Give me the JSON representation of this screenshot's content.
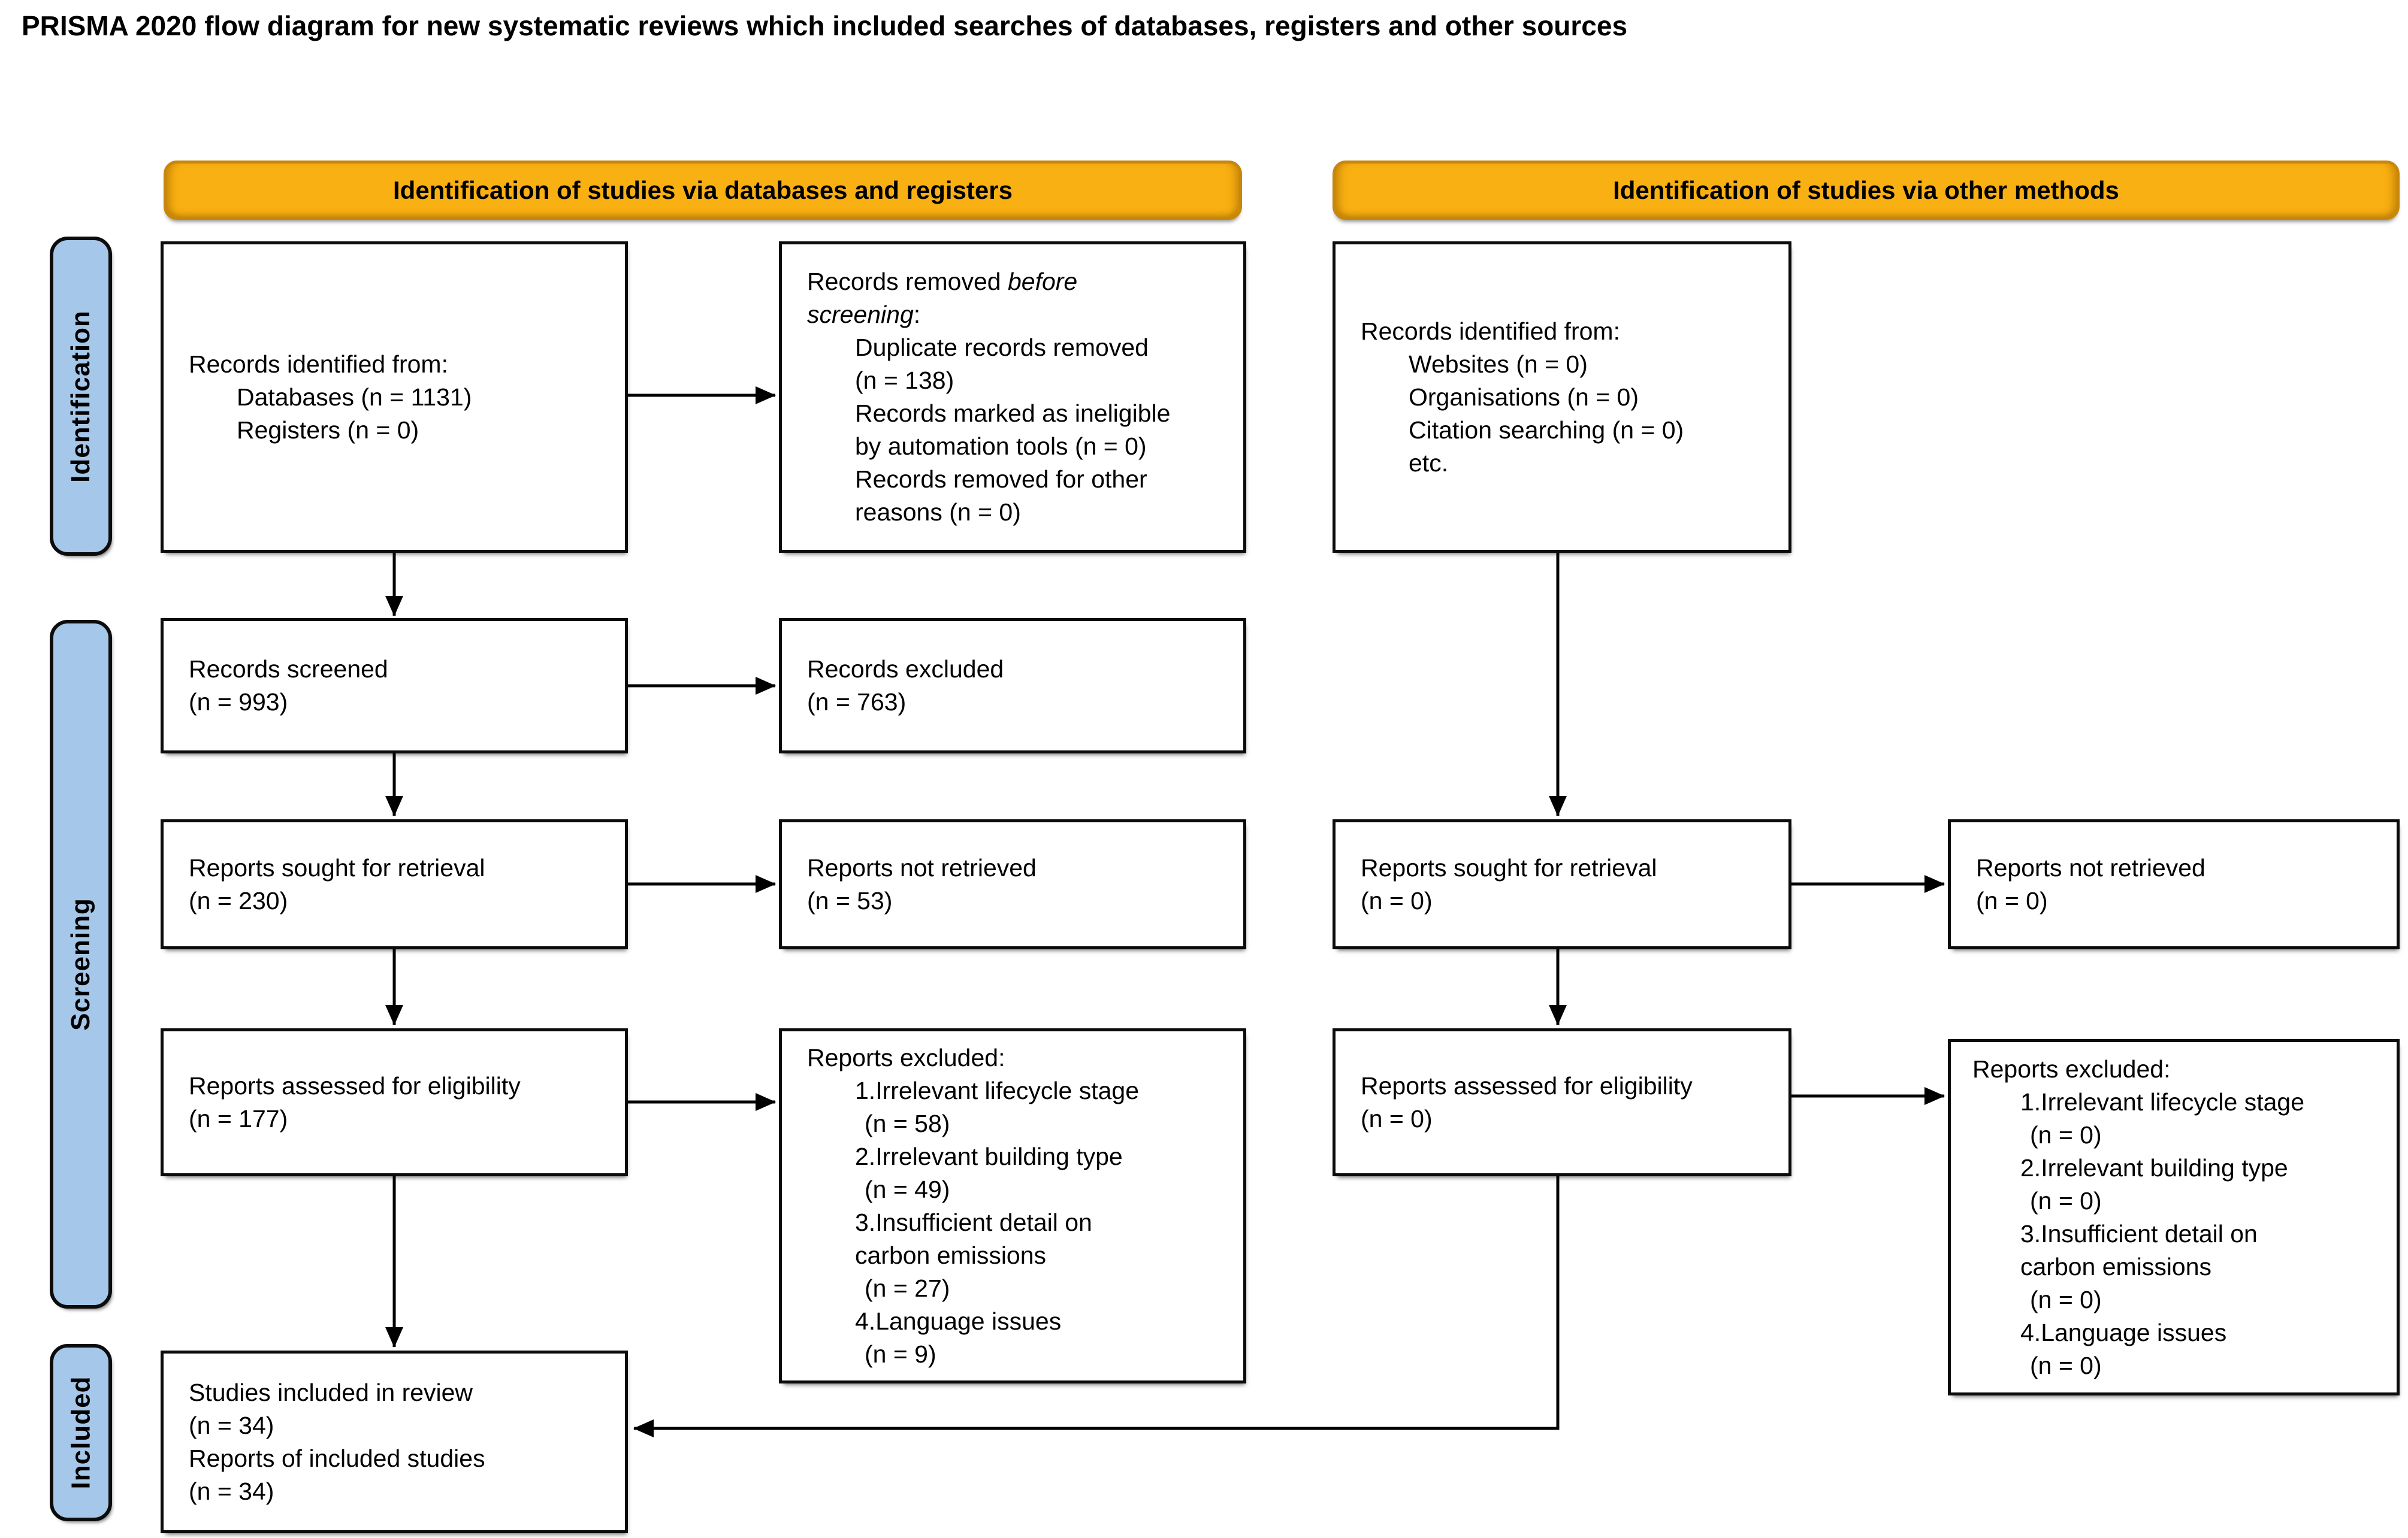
{
  "title": "PRISMA 2020 flow diagram for new systematic reviews which included searches of databases, registers and other sources",
  "banners": {
    "databases": "Identification of studies via databases and registers",
    "other": "Identification of studies via other methods"
  },
  "sidebar": {
    "identification": "Identification",
    "screening": "Screening",
    "included": "Included"
  },
  "colors": {
    "banner_fill": "#F9B012",
    "banner_border": "#C8860B",
    "sidebar_fill": "#A5C7E9",
    "box_border": "#0B0B0B",
    "arrow": "#000000"
  },
  "boxes": {
    "records_identified_db": {
      "lines": [
        "Records identified from:",
        "Databases (n = 1131)",
        "Registers (n = 0)"
      ]
    },
    "records_removed": {
      "p1": "Records removed ",
      "p2": "before",
      "p3": "screening",
      "p4": ":",
      "items": [
        "Duplicate records removed",
        "(n = 138)",
        "Records marked as ineligible",
        "by automation tools (n = 0)",
        "Records removed for other",
        "reasons (n = 0)"
      ]
    },
    "records_identified_other": {
      "lines": [
        "Records identified from:",
        "Websites (n = 0)",
        "Organisations (n = 0)",
        "Citation searching (n = 0)",
        "etc."
      ]
    },
    "records_screened": {
      "lines": [
        "Records screened",
        "(n = 993)"
      ]
    },
    "records_excluded": {
      "lines": [
        "Records excluded",
        "(n = 763)"
      ]
    },
    "reports_sought_db": {
      "lines": [
        "Reports sought for retrieval",
        "(n = 230)"
      ]
    },
    "reports_not_retrieved_db": {
      "lines": [
        "Reports not retrieved",
        "(n = 53)"
      ]
    },
    "reports_sought_other": {
      "lines": [
        "Reports sought for retrieval",
        "(n = 0)"
      ]
    },
    "reports_not_retrieved_other": {
      "lines": [
        "Reports not retrieved",
        "(n = 0)"
      ]
    },
    "reports_assessed_db": {
      "lines": [
        "Reports assessed for eligibility",
        "(n = 177)"
      ]
    },
    "reports_excluded_db": {
      "lines": [
        "Reports excluded:",
        "1.Irrelevant lifecycle stage",
        "(n = 58)",
        "2.Irrelevant building type",
        "(n = 49)",
        "3.Insufficient detail on",
        "carbon emissions",
        "(n = 27)",
        "4.Language issues",
        "(n = 9)"
      ]
    },
    "reports_assessed_other": {
      "lines": [
        "Reports assessed for eligibility",
        "(n = 0)"
      ]
    },
    "reports_excluded_other": {
      "lines": [
        "Reports excluded:",
        "1.Irrelevant lifecycle stage",
        "(n = 0)",
        "2.Irrelevant building type",
        "(n = 0)",
        "3.Insufficient detail on",
        "carbon emissions",
        "(n = 0)",
        "4.Language issues",
        "(n = 0)"
      ]
    },
    "included": {
      "lines": [
        "Studies included in review",
        "(n = 34)",
        "Reports of included studies",
        "(n = 34)"
      ]
    }
  }
}
